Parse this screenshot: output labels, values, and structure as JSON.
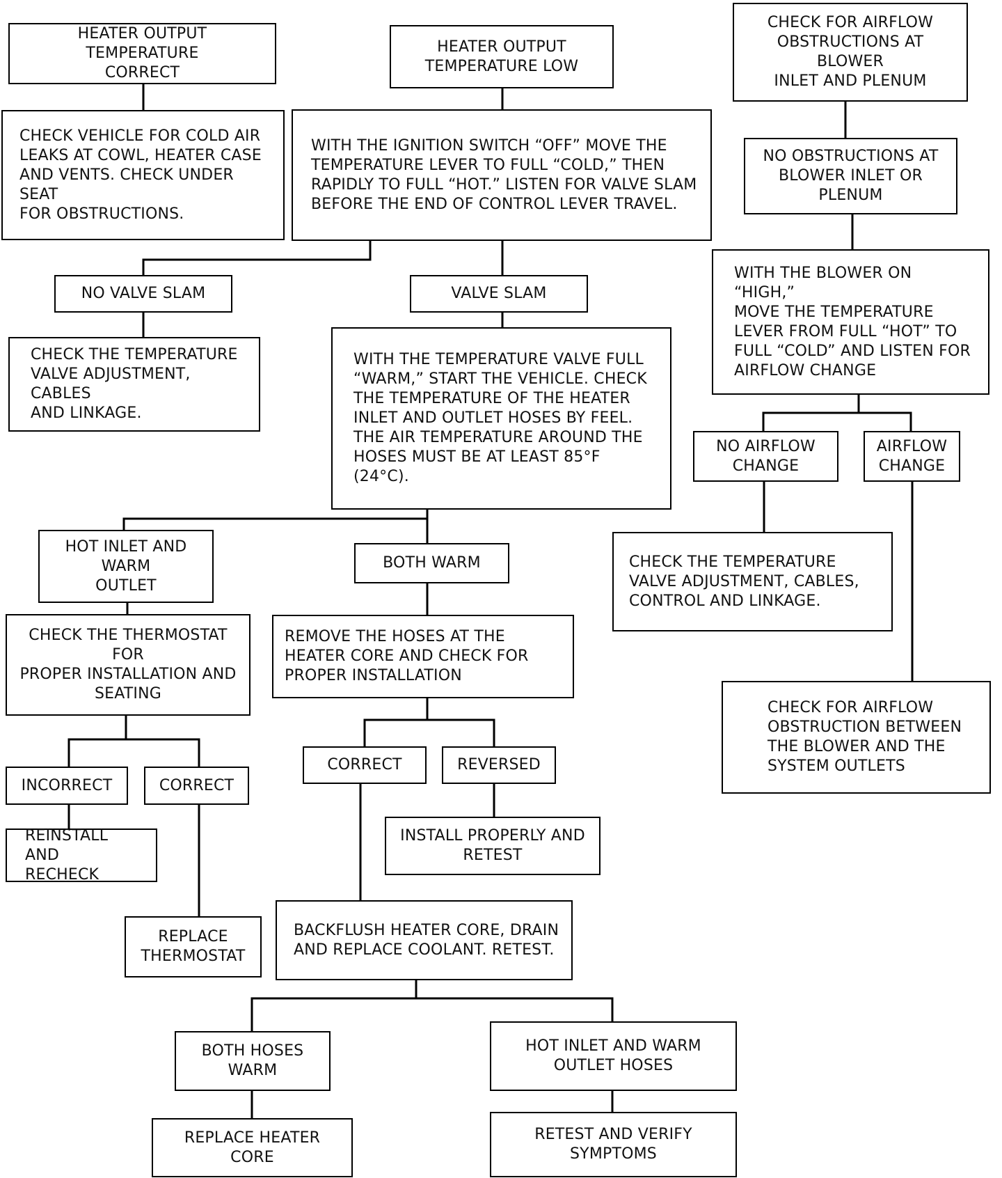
{
  "nodes": {
    "n1": "HEATER OUTPUT TEMPERATURE\nCORRECT",
    "n2": "HEATER OUTPUT\nTEMPERATURE LOW",
    "n3": "CHECK FOR AIRFLOW\nOBSTRUCTIONS AT BLOWER\nINLET AND PLENUM",
    "n4": "CHECK VEHICLE FOR COLD AIR\nLEAKS AT COWL, HEATER CASE\nAND VENTS. CHECK UNDER SEAT\nFOR OBSTRUCTIONS.",
    "n5": "WITH THE IGNITION SWITCH “OFF” MOVE THE\nTEMPERATURE LEVER TO FULL “COLD,” THEN\nRAPIDLY TO FULL “HOT.” LISTEN FOR VALVE SLAM\nBEFORE THE END OF CONTROL LEVER TRAVEL.",
    "n6": "NO OBSTRUCTIONS AT\nBLOWER INLET OR\nPLENUM",
    "n7": "NO VALVE SLAM",
    "n8": "VALVE SLAM",
    "n9": "WITH THE BLOWER ON “HIGH,”\nMOVE THE TEMPERATURE\nLEVER FROM FULL “HOT” TO\nFULL “COLD” AND LISTEN FOR\nAIRFLOW CHANGE",
    "n10": "CHECK THE TEMPERATURE\nVALVE ADJUSTMENT, CABLES\nAND LINKAGE.",
    "n11": "WITH THE TEMPERATURE VALVE FULL\n“WARM,” START THE VEHICLE. CHECK\nTHE TEMPERATURE OF THE HEATER\nINLET AND OUTLET HOSES BY FEEL.\nTHE AIR TEMPERATURE AROUND THE\nHOSES MUST BE AT LEAST 85°F (24°C).",
    "n12": "NO AIRFLOW\nCHANGE",
    "n13": "AIRFLOW\nCHANGE",
    "n14": "HOT INLET AND WARM\nOUTLET",
    "n15": "BOTH WARM",
    "n16": "CHECK THE TEMPERATURE\nVALVE ADJUSTMENT, CABLES,\nCONTROL AND LINKAGE.",
    "n17": "CHECK THE THERMOSTAT FOR\nPROPER INSTALLATION AND\nSEATING",
    "n18": "REMOVE THE HOSES AT THE\nHEATER CORE AND CHECK FOR\nPROPER INSTALLATION",
    "n19": "CHECK FOR AIRFLOW\nOBSTRUCTION BETWEEN\nTHE BLOWER AND THE\nSYSTEM OUTLETS",
    "n20": "INCORRECT",
    "n21": "CORRECT",
    "n22": "CORRECT",
    "n23": "REVERSED",
    "n24": "REINSTALL AND\nRECHECK",
    "n25": "INSTALL PROPERLY AND\nRETEST",
    "n26": "REPLACE\nTHERMOSTAT",
    "n27": "BACKFLUSH HEATER CORE, DRAIN\nAND REPLACE COOLANT. RETEST.",
    "n28": "BOTH HOSES\nWARM",
    "n29": "HOT INLET AND WARM\nOUTLET HOSES",
    "n30": "REPLACE HEATER\nCORE",
    "n31": "RETEST AND VERIFY\nSYMPTOMS"
  }
}
